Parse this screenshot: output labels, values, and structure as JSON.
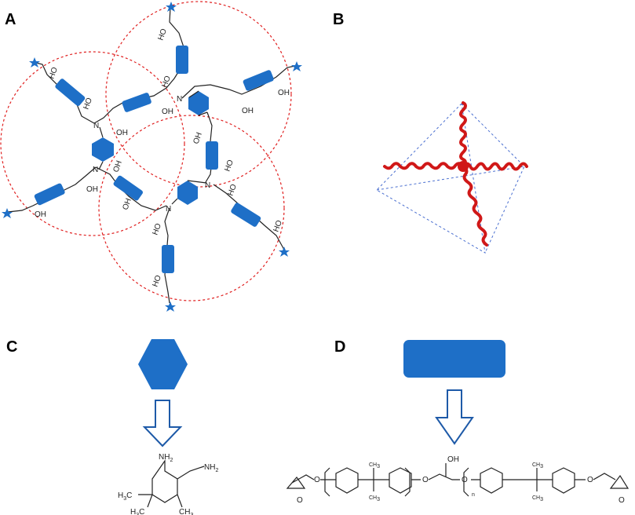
{
  "panels": {
    "a": {
      "label": "A",
      "hydroxyl": "OH",
      "hydroxyl_rev": "HO",
      "amine_n": "N"
    },
    "b": {
      "label": "B"
    },
    "c": {
      "label": "C",
      "amine_top": "NH",
      "amine_side": "NH",
      "methyl": "CH",
      "h3c": "H",
      "sub2": "2",
      "sub3": "3"
    },
    "d": {
      "label": "D",
      "oxygen": "O",
      "hydroxyl": "OH",
      "repeat_n": "n"
    }
  },
  "colors": {
    "block": "#1e6fc7",
    "circle": "#e02020",
    "helix": "#d01818",
    "tetra": "#4a6fd0",
    "arrow": "#1e5aa8"
  }
}
